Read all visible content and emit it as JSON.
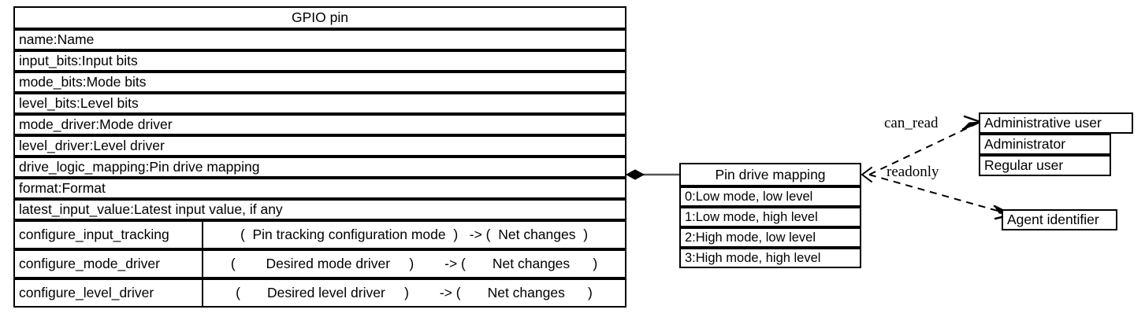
{
  "diagram": {
    "type": "uml-class-diagram",
    "background": "#ffffff",
    "line_color": "#000000"
  },
  "gpio_class": {
    "title": "GPIO pin",
    "attributes": [
      "name:Name",
      "input_bits:Input bits",
      "mode_bits:Mode bits",
      "level_bits:Level bits",
      "mode_driver:Mode driver",
      "level_driver:Level driver",
      "drive_logic_mapping:Pin drive mapping",
      "format:Format",
      "latest_input_value:Latest input value, if any"
    ],
    "operations": [
      {
        "name": "configure_input_tracking",
        "signature": "(  Pin tracking configuration mode  )   -> (  Net changes  )"
      },
      {
        "name": "configure_mode_driver",
        "signature": "(        Desired mode driver     )        -> (       Net changes      )"
      },
      {
        "name": "configure_level_driver",
        "signature": "(       Desired level driver     )        -> (       Net changes      )"
      }
    ]
  },
  "pin_drive_mapping_enum": {
    "title": "Pin drive mapping",
    "values": [
      "0:Low mode, low level",
      "1:Low mode, high level",
      "2:High mode, low level",
      "3:High mode, high level"
    ]
  },
  "administrative_user_enum": {
    "title": "Administrative user",
    "values": [
      "Administrator",
      "Regular user"
    ]
  },
  "agent_identifier_box": {
    "title": "Agent identifier"
  },
  "edges": [
    {
      "name": "composition-gpio-to-pin-drive-mapping",
      "label": "",
      "style": "solid",
      "source_marker": "filled-diamond",
      "target_marker": "none"
    },
    {
      "name": "dependency-can-read",
      "label": "can_read",
      "style": "dashed",
      "source_marker": "open-arrow",
      "target_marker": "open-arrow"
    },
    {
      "name": "dependency-readonly",
      "label": "readonly",
      "style": "dashed",
      "source_marker": "open-arrow",
      "target_marker": "open-arrow"
    }
  ]
}
